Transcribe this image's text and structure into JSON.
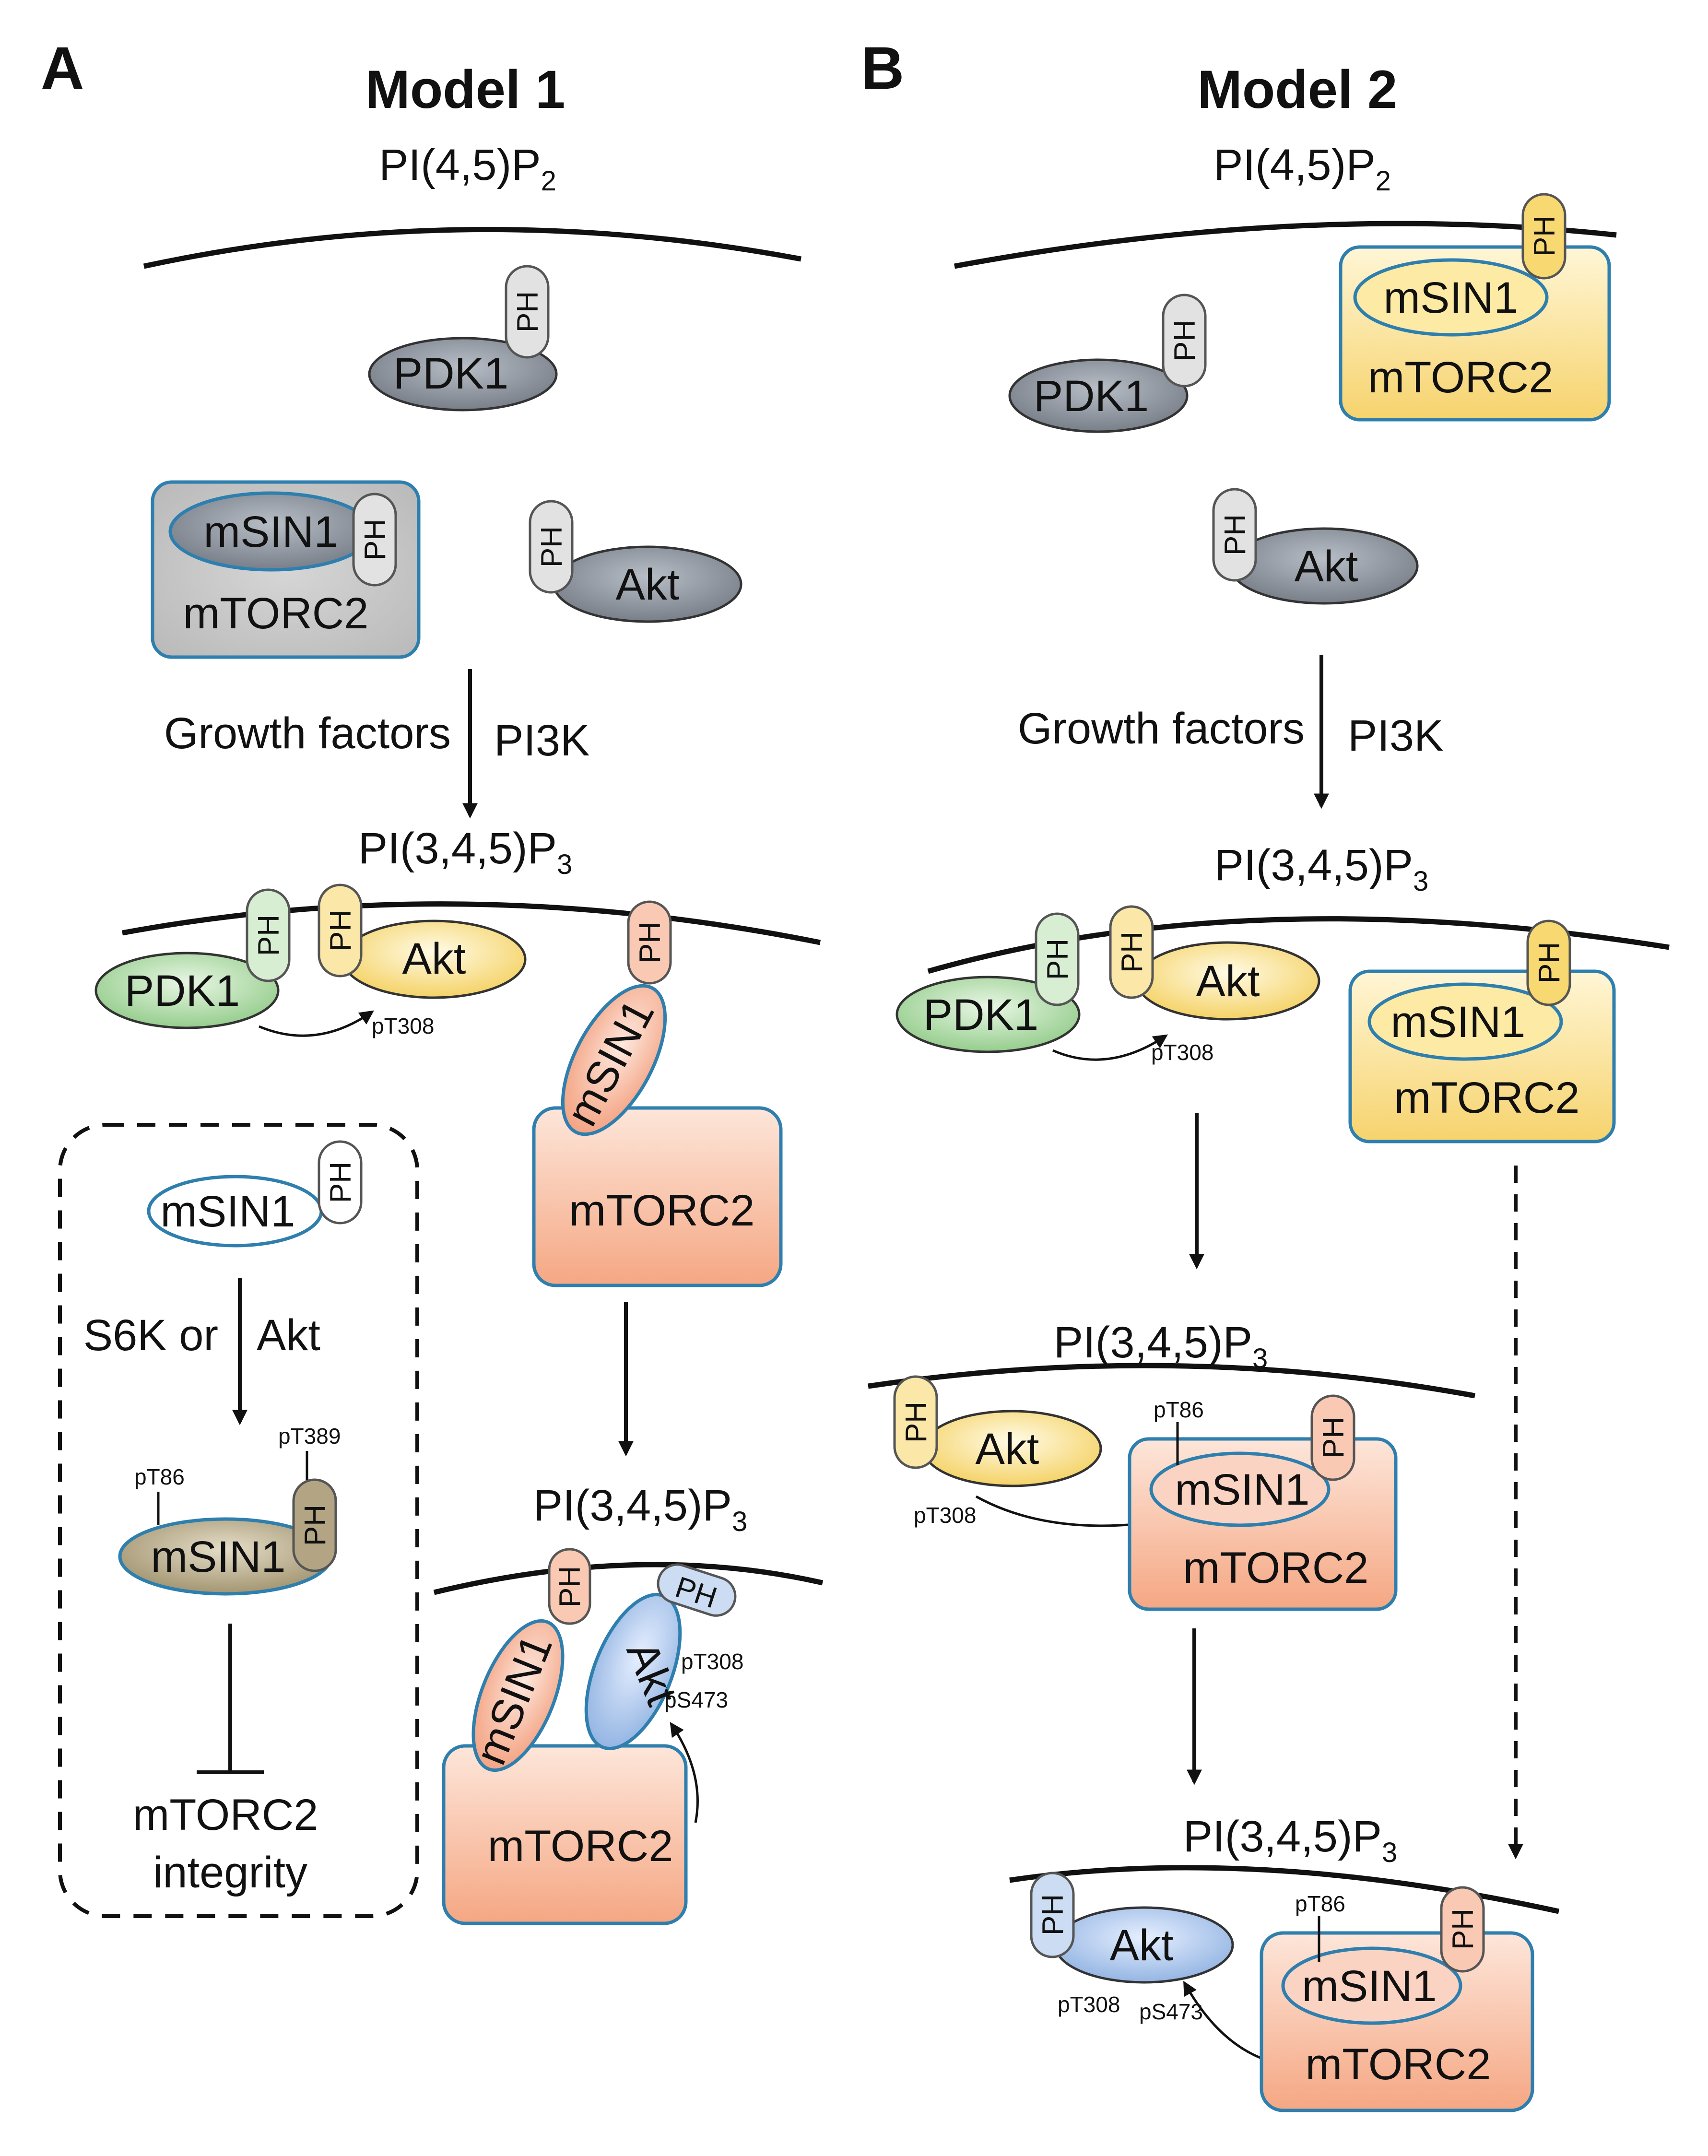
{
  "panels": {
    "a": {
      "letter": "A",
      "title": "Model 1"
    },
    "b": {
      "letter": "B",
      "title": "Model 2"
    }
  },
  "labels": {
    "pip2_base": "PI(4,5)P",
    "pip2_sub": "2",
    "pip3_base": "PI(3,4,5)P",
    "pip3_sub": "3",
    "growth_factors": "Growth factors",
    "pi3k": "PI3K",
    "s6k_or": "S6K or",
    "akt_kinase": "Akt",
    "mtorc2_integrity_1": "mTORC2",
    "mtorc2_integrity_2": "integrity"
  },
  "molecules": {
    "pdk1": "PDK1",
    "akt": "Akt",
    "msin1": "mSIN1",
    "mtorc2": "mTORC2",
    "ph": "PH"
  },
  "sites": {
    "pt308": "pT308",
    "ps473": "pS473",
    "pt86": "pT86",
    "pt389": "pT389"
  },
  "colors": {
    "grey": "#9aa0a8",
    "green": "#a8d8a0",
    "yellow": "#f7d97a",
    "salmon": "#f5b093",
    "blue": "#a9c4e8",
    "khaki": "#b3a584",
    "outline": "#2f7fae"
  }
}
